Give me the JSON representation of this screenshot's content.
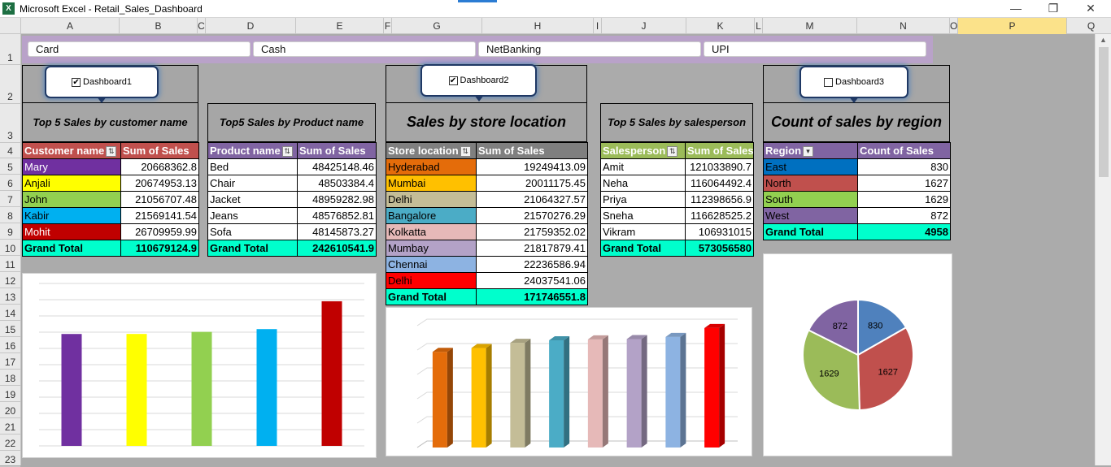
{
  "app": {
    "title": "Microsoft Excel - Retail_Sales_Dashboard",
    "icon": "excel-icon"
  },
  "window": {
    "minimize": "—",
    "restore": "❐",
    "close": "✕"
  },
  "columns": [
    "A",
    "B",
    "C",
    "D",
    "E",
    "F",
    "G",
    "H",
    "I",
    "J",
    "K",
    "L",
    "M",
    "N",
    "O",
    "P",
    "Q"
  ],
  "selected_column": "P",
  "rows": [
    "1",
    "2",
    "3",
    "4",
    "5",
    "6",
    "7",
    "8",
    "9",
    "10",
    "11",
    "12",
    "13",
    "14",
    "15",
    "16",
    "17",
    "18",
    "19",
    "20",
    "21",
    "22",
    "23"
  ],
  "slicer": {
    "items": [
      {
        "label": "Card",
        "selected": true
      },
      {
        "label": "Cash",
        "selected": false
      },
      {
        "label": "NetBanking",
        "selected": false
      },
      {
        "label": "UPI",
        "selected": false
      }
    ]
  },
  "dashboards": [
    {
      "label": "Dashboard1",
      "checked": true
    },
    {
      "label": "Dashboard2",
      "checked": true
    },
    {
      "label": "Dashboard3",
      "checked": false
    }
  ],
  "tables": {
    "customer": {
      "title": "Top 5 Sales by customer name",
      "headers": [
        "Customer name",
        "Sum of Sales"
      ],
      "header_colors": [
        "#c0504d",
        "#c0504d"
      ],
      "rows": [
        {
          "name": "Mary",
          "value": "20668362.8",
          "color": "#7030a0",
          "text": "#ffffff"
        },
        {
          "name": "Anjali",
          "value": "20674953.13",
          "color": "#ffff00",
          "text": "#000000"
        },
        {
          "name": "John",
          "value": "21056707.48",
          "color": "#92d050",
          "text": "#000000"
        },
        {
          "name": "Kabir",
          "value": "21569141.54",
          "color": "#00b0f0",
          "text": "#000000"
        },
        {
          "name": "Mohit",
          "value": "26709959.99",
          "color": "#c00000",
          "text": "#ffffff"
        }
      ],
      "total_label": "Grand Total",
      "total": "110679124.9"
    },
    "product": {
      "title": "Top5 Sales by Product name",
      "headers": [
        "Product name",
        "Sum of Sales"
      ],
      "header_colors": [
        "#8064a2",
        "#8064a2"
      ],
      "rows": [
        {
          "name": "Bed",
          "value": "48425148.46"
        },
        {
          "name": "Chair",
          "value": "48503384.4"
        },
        {
          "name": "Jacket",
          "value": "48959282.98"
        },
        {
          "name": "Jeans",
          "value": "48576852.81"
        },
        {
          "name": "Sofa",
          "value": "48145873.27"
        }
      ],
      "total_label": "Grand Total",
      "total": "242610541.9"
    },
    "store": {
      "title": "Sales by store location",
      "headers": [
        "Store location",
        "Sum of Sales"
      ],
      "header_colors": [
        "#7f7f7f",
        "#7f7f7f"
      ],
      "rows": [
        {
          "name": "Hyderabad",
          "value": "19249413.09",
          "color": "#e46c0a",
          "text": "#000000"
        },
        {
          "name": "Mumbai",
          "value": "20011175.45",
          "color": "#ffc000",
          "text": "#000000"
        },
        {
          "name": "Delhi",
          "value": "21064327.57",
          "color": "#c4bd97",
          "text": "#000000"
        },
        {
          "name": "Bangalore",
          "value": "21570276.29",
          "color": "#4bacc6",
          "text": "#000000"
        },
        {
          "name": "Kolkatta",
          "value": "21759352.02",
          "color": "#e6b9b8",
          "text": "#000000"
        },
        {
          "name": "Mumbay",
          "value": "21817879.41",
          "color": "#b3a2c7",
          "text": "#000000"
        },
        {
          "name": "Chennai",
          "value": "22236586.94",
          "color": "#8db3e2",
          "text": "#000000"
        },
        {
          "name": "Delhi",
          "value": "24037541.06",
          "color": "#ff0000",
          "text": "#000000"
        }
      ],
      "total_label": "Grand Total",
      "total": "171746551.8"
    },
    "salesperson": {
      "title": "Top 5 Sales by salesperson",
      "headers": [
        "Salesperson",
        "Sum of Sales"
      ],
      "header_colors": [
        "#9bbb59",
        "#9bbb59"
      ],
      "rows": [
        {
          "name": "Amit",
          "value": "121033890.7"
        },
        {
          "name": "Neha",
          "value": "116064492.4"
        },
        {
          "name": "Priya",
          "value": "112398656.9"
        },
        {
          "name": "Sneha",
          "value": "116628525.2"
        },
        {
          "name": "Vikram",
          "value": "106931015"
        }
      ],
      "total_label": "Grand Total",
      "total": "573056580"
    },
    "region": {
      "title": "Count of sales by region",
      "headers": [
        "Region",
        "Count of Sales"
      ],
      "header_colors": [
        "#8064a2",
        "#8064a2"
      ],
      "rows": [
        {
          "name": "East",
          "value": "830",
          "color": "#0070c0",
          "text": "#000000"
        },
        {
          "name": "North",
          "value": "1627",
          "color": "#c0504d",
          "text": "#000000"
        },
        {
          "name": "South",
          "value": "1629",
          "color": "#92d050",
          "text": "#000000"
        },
        {
          "name": "West",
          "value": "872",
          "color": "#8064a2",
          "text": "#000000"
        }
      ],
      "total_label": "Grand Total",
      "total": "4958"
    }
  },
  "chart_data": [
    {
      "type": "bar",
      "categories": [
        "Mary",
        "Anjali",
        "John",
        "Kabir",
        "Mohit"
      ],
      "values": [
        20668362.8,
        20674953.13,
        21056707.48,
        21569141.54,
        26709959.99
      ],
      "colors": [
        "#7030a0",
        "#ffff00",
        "#92d050",
        "#00b0f0",
        "#c00000"
      ],
      "ylim": [
        0,
        30000000
      ],
      "grid": true,
      "legend": "none"
    },
    {
      "type": "bar",
      "style": "3d-column",
      "categories": [
        "Hyderabad",
        "Mumbai",
        "Delhi",
        "Bangalore",
        "Kolkatta",
        "Mumbay",
        "Chennai",
        "Delhi"
      ],
      "values": [
        19249413.09,
        20011175.45,
        21064327.57,
        21570276.29,
        21759352.02,
        21817879.41,
        22236586.94,
        24037541.06
      ],
      "colors": [
        "#e46c0a",
        "#ffc000",
        "#c4bd97",
        "#4bacc6",
        "#e6b9b8",
        "#b3a2c7",
        "#8db3e2",
        "#ff0000"
      ],
      "ylim": [
        0,
        25000000
      ],
      "grid": true,
      "legend": "none"
    },
    {
      "type": "pie",
      "categories": [
        "East",
        "North",
        "South",
        "West"
      ],
      "values": [
        830,
        1627,
        1629,
        872
      ],
      "data_labels": [
        "830",
        "1627",
        "1629",
        "872"
      ],
      "colors": [
        "#4f81bd",
        "#c0504d",
        "#9bbb59",
        "#8064a2"
      ],
      "legend": "none"
    }
  ]
}
